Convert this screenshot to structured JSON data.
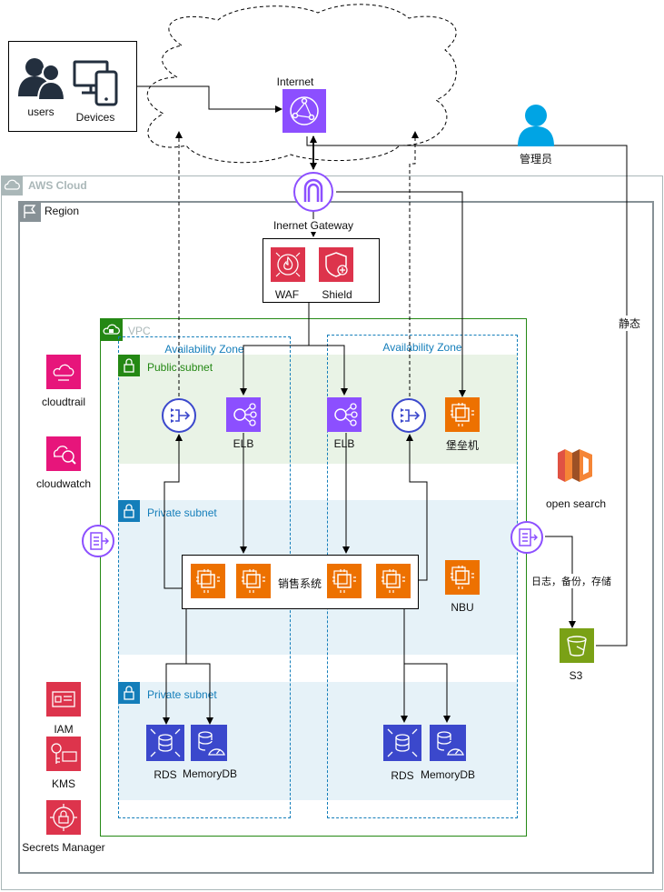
{
  "internet": {
    "label": "Internet"
  },
  "users": {
    "label": "users"
  },
  "devices": {
    "label": "Devices"
  },
  "admin": {
    "label": "管理员"
  },
  "aws_cloud": {
    "label": "AWS Cloud"
  },
  "region": {
    "label": "Region"
  },
  "igw": {
    "label": "Inernet Gateway"
  },
  "waf": {
    "label": "WAF"
  },
  "shield": {
    "label": "Shield"
  },
  "vpc": {
    "label": "VPC"
  },
  "az_left": {
    "label": "Availability Zone"
  },
  "az_right": {
    "label": "Availability Zone"
  },
  "public_subnet": {
    "label": "Public subnet"
  },
  "private_subnet_1": {
    "label": "Private subnet"
  },
  "private_subnet_2": {
    "label": "Private subnet"
  },
  "elb_left": {
    "label": "ELB"
  },
  "elb_right": {
    "label": "ELB"
  },
  "bastion": {
    "label": "堡垒机"
  },
  "sales_system": {
    "label": "销售系统"
  },
  "nbu": {
    "label": "NBU"
  },
  "rds_left": {
    "label": "RDS"
  },
  "memorydb_left": {
    "label": "MemoryDB"
  },
  "rds_right": {
    "label": "RDS"
  },
  "memorydb_right": {
    "label": "MemoryDB"
  },
  "cloudtrail": {
    "label": "cloudtrail"
  },
  "cloudwatch": {
    "label": "cloudwatch"
  },
  "iam": {
    "label": "IAM"
  },
  "kms": {
    "label": "KMS"
  },
  "secrets_manager": {
    "label": "Secrets Manager"
  },
  "open_search": {
    "label": "open search"
  },
  "s3": {
    "label": "S3"
  },
  "edge_static": {
    "label": "静态"
  },
  "edge_logs": {
    "label": "日志，备份，存储"
  },
  "colors": {
    "aws_cloud_border": "#aab7b8",
    "region_border": "#879196",
    "vpc_border": "#248814",
    "public_subnet_fill": "#e9f3e6",
    "private_subnet_fill": "#e6f2f8",
    "public_subnet_text": "#248814",
    "private_subnet_text": "#147eba",
    "az_border": "#147eba",
    "purple": "#8c4fff",
    "orange": "#ed7100",
    "red": "#dd344c",
    "pink": "#e7157b",
    "blue": "#3b48cc",
    "green": "#7aa116",
    "admin_blue": "#00a4e4"
  }
}
